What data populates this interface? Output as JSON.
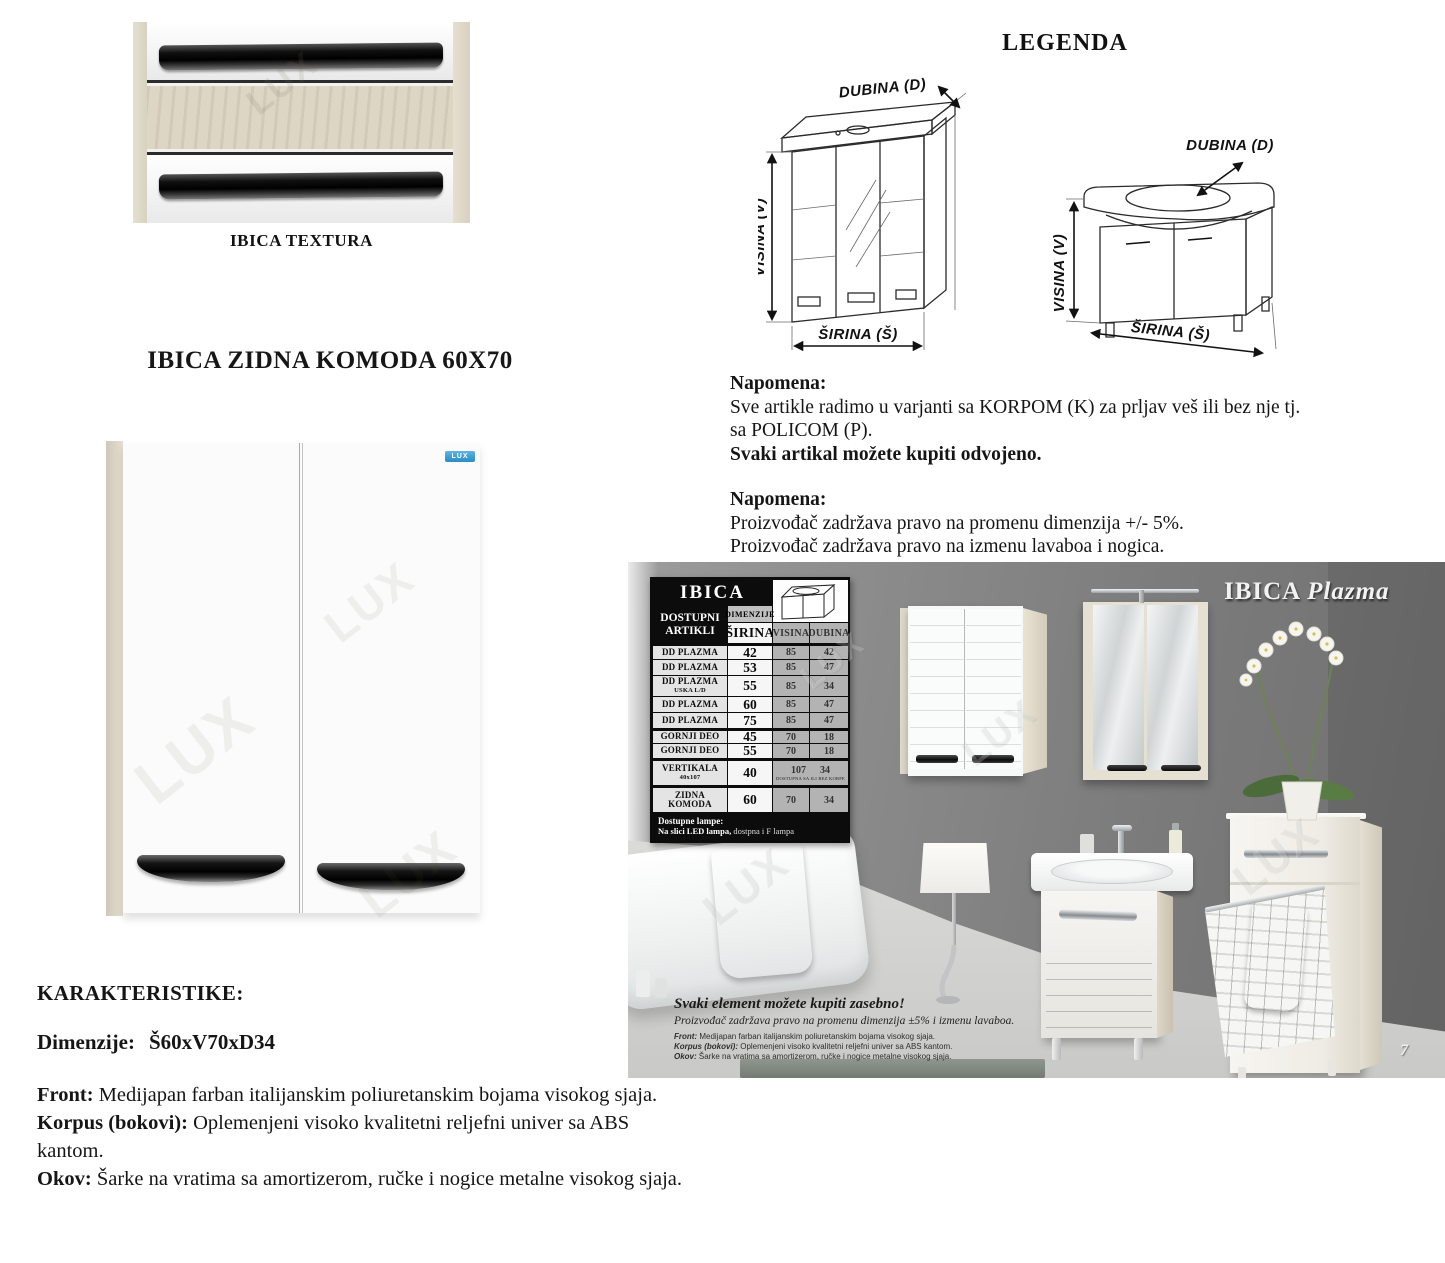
{
  "texture": {
    "caption": "IBICA TEXTURA"
  },
  "product": {
    "title": "IBICA ZIDNA KOMODA 60X70",
    "logo": "LUX"
  },
  "legend": {
    "title": "LEGENDA",
    "depth_label": "DUBINA (D)",
    "height_label": "VISINA (V)",
    "width_label": "ŠIRINA (Š)"
  },
  "notes": [
    {
      "heading": "Napomena:",
      "line1": "Sve artikle radimo u varjanti sa KORPOM (K) za prljav veš ili bez nje tj.",
      "line2": "sa POLICOM (P).",
      "line3": "Svaki artikal možete kupiti odvojeno."
    },
    {
      "heading": "Napomena:",
      "line1": "Proizvođač zadržava pravo na promenu dimenzija +/- 5%.",
      "line2": "Proizvođač zadržava pravo na izmenu lavaboa i nogica."
    }
  ],
  "characteristics": {
    "heading": "KARAKTERISTIKE:",
    "dimensions_label": "Dimenzije:",
    "dimensions_value": "Š60xV70xD34",
    "front_label": "Front:",
    "front_text": " Medijapan farban italijanskim poliuretanskim bojama visokog sjaja.",
    "korpus_label": "Korpus (bokovi):",
    "korpus_text": " Oplemenjeni visoko kvalitetni reljefni univer sa ABS kantom.",
    "okov_label": "Okov:",
    "okov_text": " Šarke na vratima sa amortizerom, ručke i nogice metalne visokog sjaja."
  },
  "catalog": {
    "table": {
      "title": "IBICA",
      "row_header": "DOSTUPNI ARTIKLI",
      "dim_header": "DIMENZIJE",
      "col_sirina": "ŠIRINA",
      "col_visina": "VISINA",
      "col_dubina": "DUBINA",
      "rows": [
        {
          "name": "DD PLAZMA",
          "sirina": "42",
          "visina": "85",
          "dubina": "42"
        },
        {
          "name": "DD PLAZMA",
          "sirina": "53",
          "visina": "85",
          "dubina": "47"
        },
        {
          "name": "DD PLAZMA",
          "sub": "USKA L/D",
          "sirina": "55",
          "visina": "85",
          "dubina": "34"
        },
        {
          "name": "DD PLAZMA",
          "sirina": "60",
          "visina": "85",
          "dubina": "47"
        },
        {
          "name": "DD PLAZMA",
          "sirina": "75",
          "visina": "85",
          "dubina": "47"
        },
        {
          "name": "GORNJI DEO",
          "sirina": "45",
          "visina": "70",
          "dubina": "18"
        },
        {
          "name": "GORNJI DEO",
          "sirina": "55",
          "visina": "70",
          "dubina": "18"
        },
        {
          "name": "VERTIKALA",
          "sub": "40x107",
          "sirina": "40",
          "visina": "107",
          "dubina": "34",
          "note": "DOSTUPNA SA ILI BEZ KORPE"
        },
        {
          "name": "ZIDNA KOMODA",
          "sirina": "60",
          "visina": "70",
          "dubina": "34"
        }
      ],
      "lamps_heading": "Dostupne lampe:",
      "lamps_bold": "Na slici LED lampa,",
      "lamps_rest": " dostpna i F lampa"
    },
    "scene": {
      "series_title_main": "IBICA ",
      "series_title_sub": "Plazma",
      "caption_bold": "Svaki element možete kupiti zasebno!",
      "caption_italic": "Proizvođač zadržava pravo na promenu dimenzija ±5% i izmenu lavaboa.",
      "spec1_label": "Front:",
      "spec1_text": " Medijapan farban italijanskim poliuretanskim bojama visokog sjaja.",
      "spec2_label": "Korpus (bokovi):",
      "spec2_text": " Oplemenjeni visoko kvalitetni reljefni univer sa ABS kantom.",
      "spec3_label": "Okov:",
      "spec3_text": " Šarke na vratima sa amortizerom, ručke i nogice metalne visokog sjaja.",
      "page_number": "7"
    }
  },
  "watermark": "LUX",
  "colors": {
    "wood": "#ded7c8",
    "wall": "#7d7d7d",
    "accent_blue": "#3aa0d8",
    "table_black": "#0c0c0c"
  }
}
